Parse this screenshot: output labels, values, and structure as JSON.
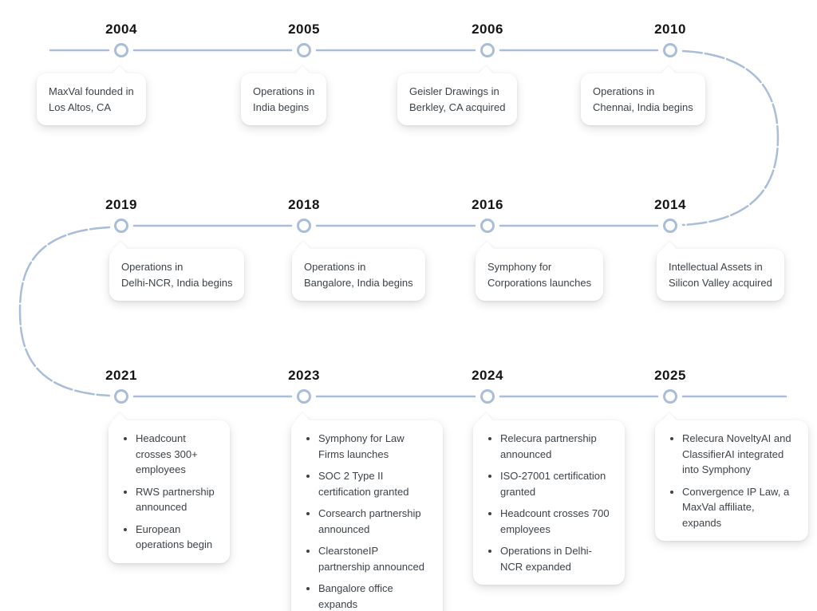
{
  "title": "MaxVal company history timeline",
  "colors": {
    "line": "#a9bdd9",
    "marker_fill": "#ffffff",
    "card_background": "#ffffff",
    "card_text": "#3c4247",
    "year_text": "#141414"
  },
  "timeline": {
    "rows": [
      {
        "events": [
          {
            "year": "2004",
            "lines": [
              "MaxVal founded in",
              "Los Altos, CA"
            ]
          },
          {
            "year": "2005",
            "lines": [
              "Operations in",
              "India begins"
            ]
          },
          {
            "year": "2006",
            "lines": [
              "Geisler Drawings in",
              "Berkley, CA acquired"
            ]
          },
          {
            "year": "2010",
            "lines": [
              "Operations in",
              "Chennai, India begins"
            ]
          }
        ]
      },
      {
        "events": [
          {
            "year": "2019",
            "lines": [
              "Operations in",
              "Delhi-NCR, India begins"
            ]
          },
          {
            "year": "2018",
            "lines": [
              "Operations in",
              "Bangalore, India begins"
            ]
          },
          {
            "year": "2016",
            "lines": [
              "Symphony for",
              "Corporations launches"
            ]
          },
          {
            "year": "2014",
            "lines": [
              "Intellectual Assets in",
              "Silicon Valley acquired"
            ]
          }
        ]
      },
      {
        "events": [
          {
            "year": "2021",
            "bullets": [
              "Headcount crosses 300+ employees",
              "RWS partnership announced",
              "European operations begin"
            ]
          },
          {
            "year": "2023",
            "bullets": [
              "Symphony for Law Firms launches",
              "SOC 2 Type II certification granted",
              "Corsearch partnership announced",
              "ClearstoneIP partnership announced",
              "Bangalore office expands"
            ]
          },
          {
            "year": "2024",
            "bullets": [
              "Relecura partnership announced",
              "ISO-27001 certification granted",
              "Headcount crosses 700 employees",
              "Operations in Delhi-NCR expanded"
            ]
          },
          {
            "year": "2025",
            "bullets": [
              "Relecura NoveltyAI and ClassifierAI integrated into Symphony",
              "Convergence IP Law, a MaxVal affiliate, expands"
            ]
          }
        ]
      }
    ]
  }
}
